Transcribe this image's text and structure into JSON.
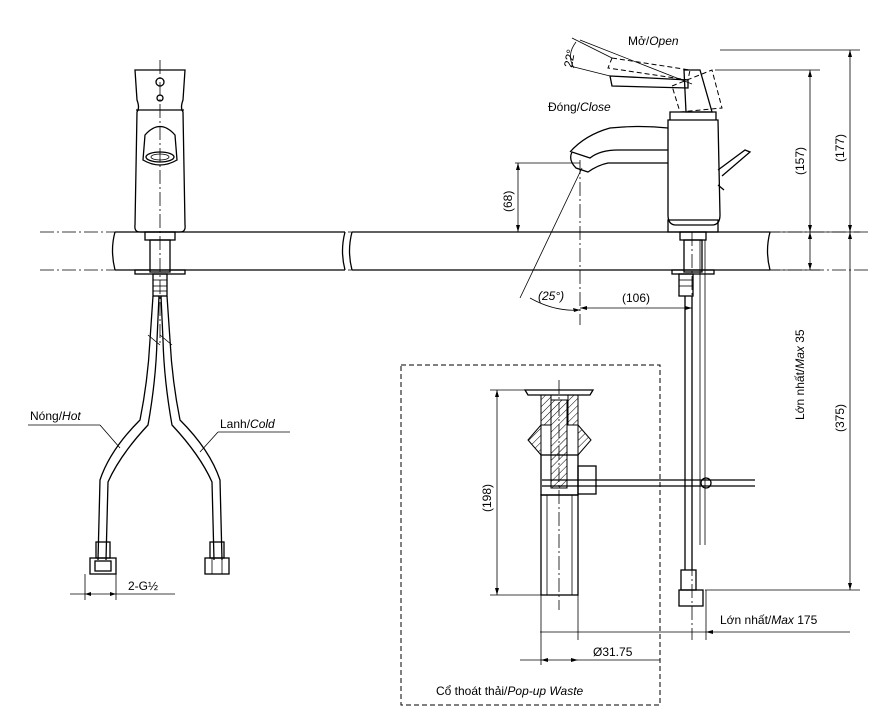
{
  "labels": {
    "open_vi": "Mở/",
    "open_en": "Open",
    "close_vi": "Đóng/",
    "close_en": "Close",
    "hot_vi": "Nóng/",
    "hot_en": "Hot",
    "cold_vi": "Lanh/",
    "cold_en": "Cold",
    "popup_vi": "Cổ thoát thải/",
    "popup_en": "Pop-up Waste",
    "max35_vi": "Lớn nhất/",
    "max35_en": "Max",
    "max35_val": " 35",
    "max175_vi": "Lớn nhất/",
    "max175_en": "Max",
    "max175_val": " 175"
  },
  "dimensions": {
    "angle_open": "22°",
    "angle_spout": "(25°)",
    "d157": "(157)",
    "d177": "(177)",
    "d68": "(68)",
    "d106": "(106)",
    "d375": "(375)",
    "d198": "(198)",
    "connector": "2-G½",
    "diameter": "Ø31.75"
  }
}
